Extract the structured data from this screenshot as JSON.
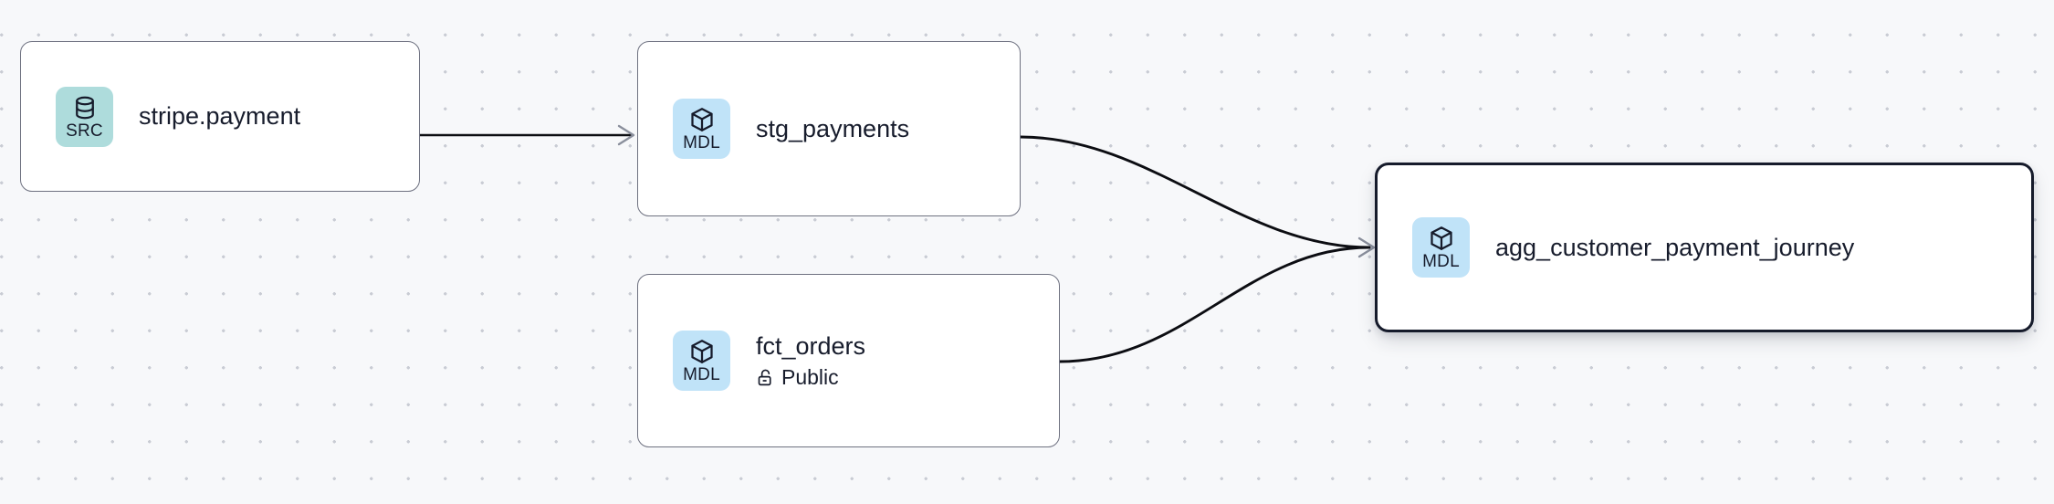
{
  "graph": {
    "background_color": "#f7f8fa",
    "dot_color": "#c9ccd4",
    "edge_color": "#0c0d12",
    "arrow_color": "#8a8f9c"
  },
  "nodes": [
    {
      "id": "stripe-payment",
      "title": "stripe.payment",
      "badge_label": "SRC",
      "badge_icon": "database-icon",
      "badge_color": "#aedcdc",
      "subtitle": null,
      "subtitle_icon": null,
      "selected": false
    },
    {
      "id": "stg-payments",
      "title": "stg_payments",
      "badge_label": "MDL",
      "badge_icon": "cube-icon",
      "badge_color": "#c0e3f8",
      "subtitle": null,
      "subtitle_icon": null,
      "selected": false
    },
    {
      "id": "fct-orders",
      "title": "fct_orders",
      "badge_label": "MDL",
      "badge_icon": "cube-icon",
      "badge_color": "#c0e3f8",
      "subtitle": "Public",
      "subtitle_icon": "unlock-icon",
      "selected": false
    },
    {
      "id": "agg-customer-payment-journey",
      "title": "agg_customer_payment_journey",
      "badge_label": "MDL",
      "badge_icon": "cube-icon",
      "badge_color": "#c0e3f8",
      "subtitle": null,
      "subtitle_icon": null,
      "selected": true
    }
  ],
  "edges": [
    {
      "id": "edge-stripe-to-stg",
      "from": "stripe-payment",
      "to": "stg-payments",
      "style": "straight"
    },
    {
      "id": "edge-stg-to-agg",
      "from": "stg-payments",
      "to": "agg-customer-payment-journey",
      "style": "bezier"
    },
    {
      "id": "edge-fct-to-agg",
      "from": "fct-orders",
      "to": "agg-customer-payment-journey",
      "style": "bezier"
    }
  ]
}
